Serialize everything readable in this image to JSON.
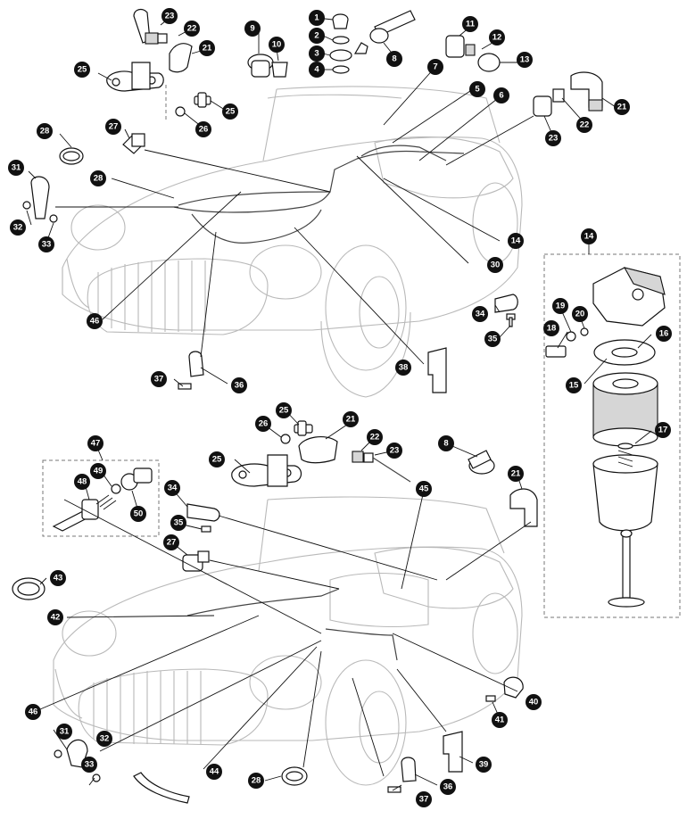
{
  "callouts": [
    {
      "n": "1"
    },
    {
      "n": "2"
    },
    {
      "n": "3"
    },
    {
      "n": "4"
    },
    {
      "n": "5"
    },
    {
      "n": "6"
    },
    {
      "n": "7"
    },
    {
      "n": "8"
    },
    {
      "n": "9"
    },
    {
      "n": "10"
    },
    {
      "n": "11"
    },
    {
      "n": "12"
    },
    {
      "n": "13"
    },
    {
      "n": "14"
    },
    {
      "n": "14"
    },
    {
      "n": "15"
    },
    {
      "n": "16"
    },
    {
      "n": "17"
    },
    {
      "n": "18"
    },
    {
      "n": "19"
    },
    {
      "n": "20"
    },
    {
      "n": "21"
    },
    {
      "n": "21"
    },
    {
      "n": "22"
    },
    {
      "n": "22"
    },
    {
      "n": "23"
    },
    {
      "n": "23"
    },
    {
      "n": "25"
    },
    {
      "n": "25"
    },
    {
      "n": "26"
    },
    {
      "n": "27"
    },
    {
      "n": "28"
    },
    {
      "n": "28"
    },
    {
      "n": "30"
    },
    {
      "n": "31"
    },
    {
      "n": "32"
    },
    {
      "n": "33"
    },
    {
      "n": "34"
    },
    {
      "n": "35"
    },
    {
      "n": "36"
    },
    {
      "n": "37"
    },
    {
      "n": "38"
    },
    {
      "n": "46"
    },
    {
      "n": "21"
    },
    {
      "n": "22"
    },
    {
      "n": "23"
    },
    {
      "n": "25"
    },
    {
      "n": "25"
    },
    {
      "n": "26"
    },
    {
      "n": "8"
    },
    {
      "n": "21"
    },
    {
      "n": "47"
    },
    {
      "n": "48"
    },
    {
      "n": "49"
    },
    {
      "n": "50"
    },
    {
      "n": "34"
    },
    {
      "n": "35"
    },
    {
      "n": "27"
    },
    {
      "n": "45"
    },
    {
      "n": "43"
    },
    {
      "n": "42"
    },
    {
      "n": "40"
    },
    {
      "n": "41"
    },
    {
      "n": "46"
    },
    {
      "n": "31"
    },
    {
      "n": "32"
    },
    {
      "n": "33"
    },
    {
      "n": "44"
    },
    {
      "n": "28"
    },
    {
      "n": "36"
    },
    {
      "n": "37"
    },
    {
      "n": "39"
    }
  ]
}
